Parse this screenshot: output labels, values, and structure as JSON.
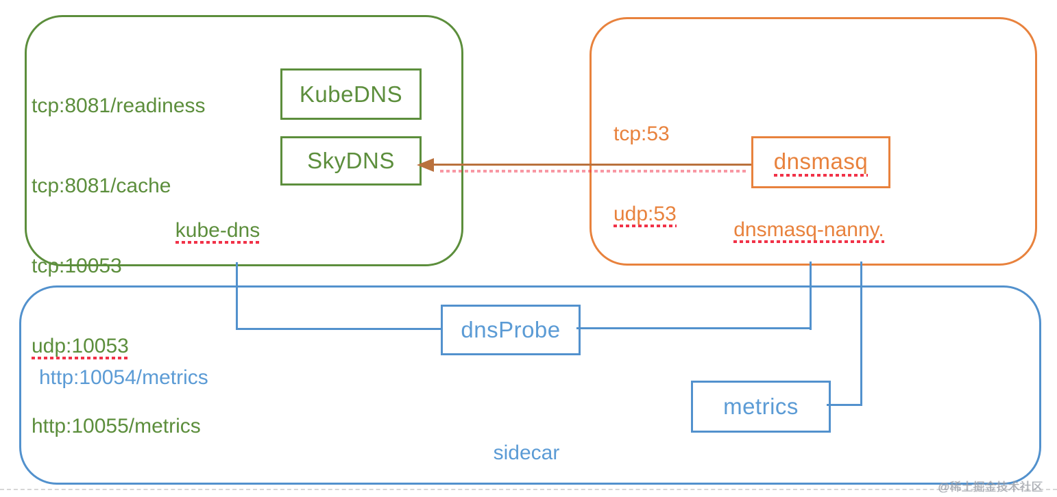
{
  "colors": {
    "green": "#5c8e3c",
    "orange": "#e8823d",
    "blue_line": "#5291cd",
    "blue_text": "#5b9bd5",
    "arrow_brown": "#b9713d",
    "spellcheck_red": "#f13248"
  },
  "kube_dns_pod": {
    "label": "kube-dns",
    "ports": [
      "tcp:8081/readiness",
      "tcp:8081/cache",
      "tcp:10053",
      "udp:10053",
      "http:10055/metrics"
    ],
    "containers": {
      "kubedns": "KubeDNS",
      "skydns": "SkyDNS"
    }
  },
  "dnsmasq_nanny_pod": {
    "label": "dnsmasq-nanny.",
    "ports": [
      "tcp:53",
      "udp:53"
    ],
    "containers": {
      "dnsmasq": "dnsmasq"
    }
  },
  "sidecar_pod": {
    "label": "sidecar",
    "ports": [
      "http:10054/metrics"
    ],
    "containers": {
      "dnsprobe": "dnsProbe",
      "metrics": "metrics"
    }
  },
  "watermark": "@稀土掘金技术社区"
}
